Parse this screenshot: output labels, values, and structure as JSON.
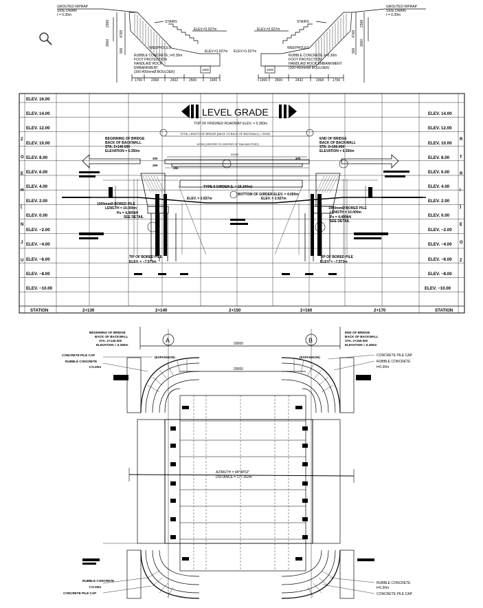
{
  "top_section": {
    "left": {
      "riprap_title": "GROUTED RIPRAP",
      "riprap_sub": "SIDE DRAIN",
      "riprap_t": "t = 0.30m",
      "stairs": "STAIRS",
      "elev": "ELEV.=2.927m",
      "elev_low": "ELEV.=1.927m",
      "weepholes": "WEEPHOLES",
      "rubble": "RUBBLE CONCRETE, t=0.30m",
      "foot": "FOOT PROTECTION",
      "handlaid1": "HANDLAID ROCK",
      "handlaid2": "EMBANKMENT",
      "boulder": "(300-400mmØ BOULDER)",
      "dims_v": [
        "2368",
        "4768",
        "3000",
        "900"
      ],
      "dims_h": [
        "1700",
        "2368",
        "2432",
        "2500",
        "1000"
      ],
      "dim_1000": "1000"
    },
    "right": {
      "riprap_title": "GROUTED RIPRAP",
      "riprap_sub": "SIDE DRAIN",
      "riprap_t": "t = 0.30m",
      "stairs": "STAIRS",
      "elev": "ELEV.=2.927m",
      "elev_low": "ELEV.=1.927m",
      "weepholes": "WEEPHOLES",
      "rubble": "RUBBLE CONCRETE, t=0.30m",
      "foot": "FOOT PROTECTION",
      "handlaid1": "HANDLAID ROCK EMBANKMENT",
      "boulder": "(300-400mmØ BOULDER)",
      "dims_v": [
        "2368",
        "4768",
        "3000",
        "900"
      ],
      "dims_h": [
        "1000",
        "2500",
        "2432",
        "2368",
        "1700"
      ],
      "dim_1000": "1000"
    }
  },
  "elevation": {
    "title": "LEVEL GRADE",
    "elev_left": [
      "ELEV. 16.00",
      "ELEV. 14.00",
      "ELEV. 12.00",
      "ELEV. 10.00",
      "ELEV. 8.00",
      "ELEV. 6.00",
      "ELEV. 4.00",
      "ELEV. 2.00",
      "ELEV. 0.00",
      "ELEV. −2.00",
      "ELEV. −4.00",
      "ELEV. −6.00",
      "ELEV. −8.00",
      "ELEV. −10.00"
    ],
    "elev_right": [
      "ELEV. 14.00",
      "ELEV. 12.00",
      "ELEV. 10.00",
      "ELEV. 8.00",
      "ELEV. 6.00",
      "ELEV. 4.00",
      "ELEV. 2.00",
      "ELEV. 0.00",
      "ELEV. −2.00",
      "ELEV. −4.00",
      "ELEV. −6.00",
      "ELEV. −8.00",
      "ELEV. −10.00"
    ],
    "stations": [
      "STATION",
      "2+130",
      "2+140",
      "2+150",
      "2+160",
      "2+170",
      "STATION"
    ],
    "top_finished": "TOP OF FINISHED ROADWAY ELEV. = 6.350m",
    "total_length": "TOTAL LENGTH OF BRIDGE (BACK TO BACK OF BACKWALL) = 20000",
    "begin": [
      "BEGINNING OF BRIDGE",
      "BACK OF BACKWALL",
      "STA. 2+140.000",
      "ELEVATION = 6.350m"
    ],
    "end": [
      "END OF BRIDGE",
      "BACK OF BACKWALL",
      "STA. 2+160.000",
      "ELEVATION = 6.350m"
    ],
    "span": "19750 (CENTER TO CENTER OF RAILING POST)",
    "dim_20000": "20000",
    "girder": "TYPE II GIRDER (L = 19.100m)",
    "bottom": "BOTTOM OF GIRDER ELEV. = 4.000m",
    "elev_2927_l": "ELEV. = 2.927m",
    "elev_2927_r": "ELEV. = 2.927m",
    "pile_l": [
      "1000mmØ BORED PILE",
      "LENGTH = 10.000m",
      "Pu = 4,400kN",
      "SEE DETAIL"
    ],
    "pile_r": [
      "1000mmØ BORED PILE",
      "LENGTH = 10.000m",
      "Pu = 4,400kN",
      "SEE DETAIL"
    ],
    "tip_l": [
      "TIP OF BORED PILE",
      "ELEV. = −7.573m"
    ],
    "tip_r": [
      "TIP OF BORED PILE",
      "ELEV. = −7.573m"
    ],
    "side_letters_l": [
      "Z",
      "O",
      "E",
      "H",
      "(",
      "N",
      "J",
      "U"
    ],
    "side_letters_r": [
      "R",
      "T",
      "R",
      "I",
      "}",
      "E",
      "O",
      "Z"
    ],
    "dims_small": [
      "450",
      "250",
      "250",
      "400"
    ]
  },
  "plan": {
    "axis_a": "A",
    "axis_b": "B",
    "dim_20000_top": "20000",
    "dim_20000_inner": "20000",
    "begin": [
      "BEGINNING OF BRIDGE",
      "BACK OF BACKWALL",
      "STA. 2+140.000",
      "ELEVATION = 6.350m"
    ],
    "end": [
      "END OF BRIDGE",
      "BACK OF BACKWALL",
      "STA. 2+160.000",
      "ELEVATION = 6.350m"
    ],
    "expansion_l": "(EXPANSION)",
    "expansion_r": "(EXPANSION)",
    "pile_cap_tl": "CONCRETE PILE CAP",
    "rubble_tl": "RUBBLE CONCRETE",
    "rubble_tl_t": "t=0.30m",
    "pile_cap_tr": "CONCRETE PILE CAP",
    "rubble_tr": "RUBBLE CONCRETE",
    "rubble_tr_t": "t=0.30m",
    "rubble_bl": "RUBBLE CONCRETE",
    "rubble_bl_t": "t=0.30m",
    "pile_cap_bl": "CONCRETE PILE CAP",
    "rubble_br": "RUBBLE CONCRETE",
    "rubble_br_t": "t=0.30m",
    "pile_cap_br": "CONCRETE PILE CAP",
    "azimuth": "AZIMUTH = 48°38'52\"",
    "distance": "DISTANCE = 177.352m"
  },
  "colors": {
    "ink": "#000000",
    "paper": "#ffffff"
  },
  "icons": {
    "zoom": "magnifier-icon"
  }
}
